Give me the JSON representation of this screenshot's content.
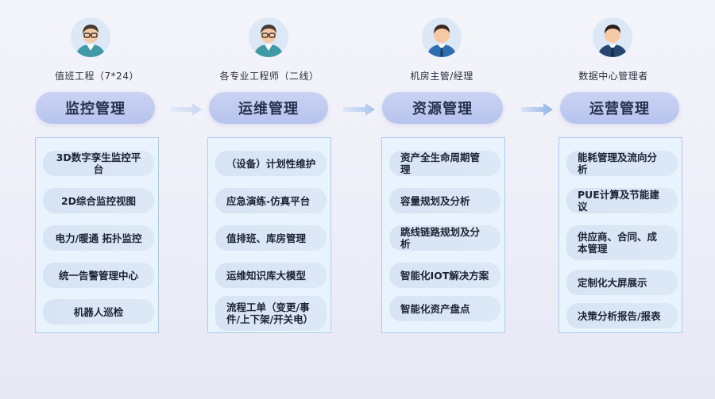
{
  "columns": [
    {
      "role": "值班工程（7*24）",
      "header": "监控管理",
      "items": [
        "3D数字孪生监控平台",
        "2D综合监控视图",
        "电力/暖通 拓扑监控",
        "统一告警管理中心",
        "机器人巡检"
      ]
    },
    {
      "role": "各专业工程师（二线）",
      "header": "运维管理",
      "items": [
        "（设备）计划性维护",
        "应急演练-仿真平台",
        "值排班、库房管理",
        "运维知识库大模型",
        "流程工单（变更/事件/上下架/开关电）"
      ]
    },
    {
      "role": "机房主管/经理",
      "header": "资源管理",
      "items": [
        "资产全生命周期管理",
        "容量规划及分析",
        "跳线链路规划及分析",
        "智能化IOT解决方案",
        "智能化资产盘点"
      ]
    },
    {
      "role": "数据中心管理者",
      "header": "运营管理",
      "items": [
        "能耗管理及流向分析",
        "PUE计算及节能建议",
        "供应商、合同、成本管理",
        "定制化大屏展示",
        "决策分析报告/报表"
      ]
    }
  ],
  "icons": {
    "avatar": "engineer-avatar-icon",
    "arrow": "right-arrow-icon"
  },
  "colors": {
    "header_pill": "#b7c3ee",
    "panel_bg": "#e9f3fd",
    "panel_border": "#aecbe8",
    "item_bg": "#d7e4f4",
    "arrow": "#8fb3e6"
  }
}
